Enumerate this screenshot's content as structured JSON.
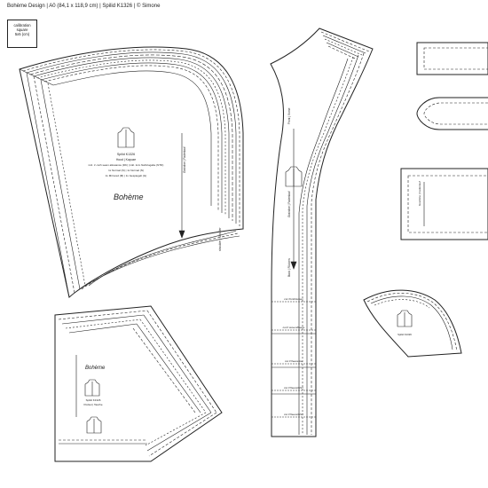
{
  "document": {
    "header": "Bohème Design | A0 (84,1 x 118,9 cm) | Spilid K1326 | © Simone",
    "calibration_label": "calibration square",
    "calibration_size": "5x5 (cm)"
  },
  "hood_piece": {
    "pattern_number": "Spilid K1326",
    "name_line": "Hood | Kapuze",
    "seam_line": "incl. ¼ inch seam allowance (DK) | inkl. 1cm Nahtzugabe (NTD)",
    "cut_line_1": "1x Normal (N) | 1x Normal (N)",
    "cut_line_2": "1x Mirrored (M) | 1x Gespiegelt (G)",
    "grain_label": "Grainline | Fadenlauf",
    "shoulder_label": "shoulder | Schulter",
    "brand": "Bohème"
  },
  "sleeve_piece": {
    "front_mark": "Front | Vorne",
    "grain_label": "Grainline | Fadenlauf",
    "back_mark": "Back | Rücken",
    "cut_marks": [
      "cut if knit/Jersey",
      "cut if woven/fleece",
      "cut if fleece/sw",
      "cut if fleece/EST",
      "cut if fleece/EST"
    ]
  },
  "pocket_piece": {
    "pattern_number": "Spilid K1326",
    "name_line": "Pocket | Tasche",
    "brand": "Bohème"
  },
  "small_piece": {
    "pattern_number": "Spilid K1326"
  },
  "right_pieces": {
    "grain_label": "Grainline | Fadenlauf"
  }
}
